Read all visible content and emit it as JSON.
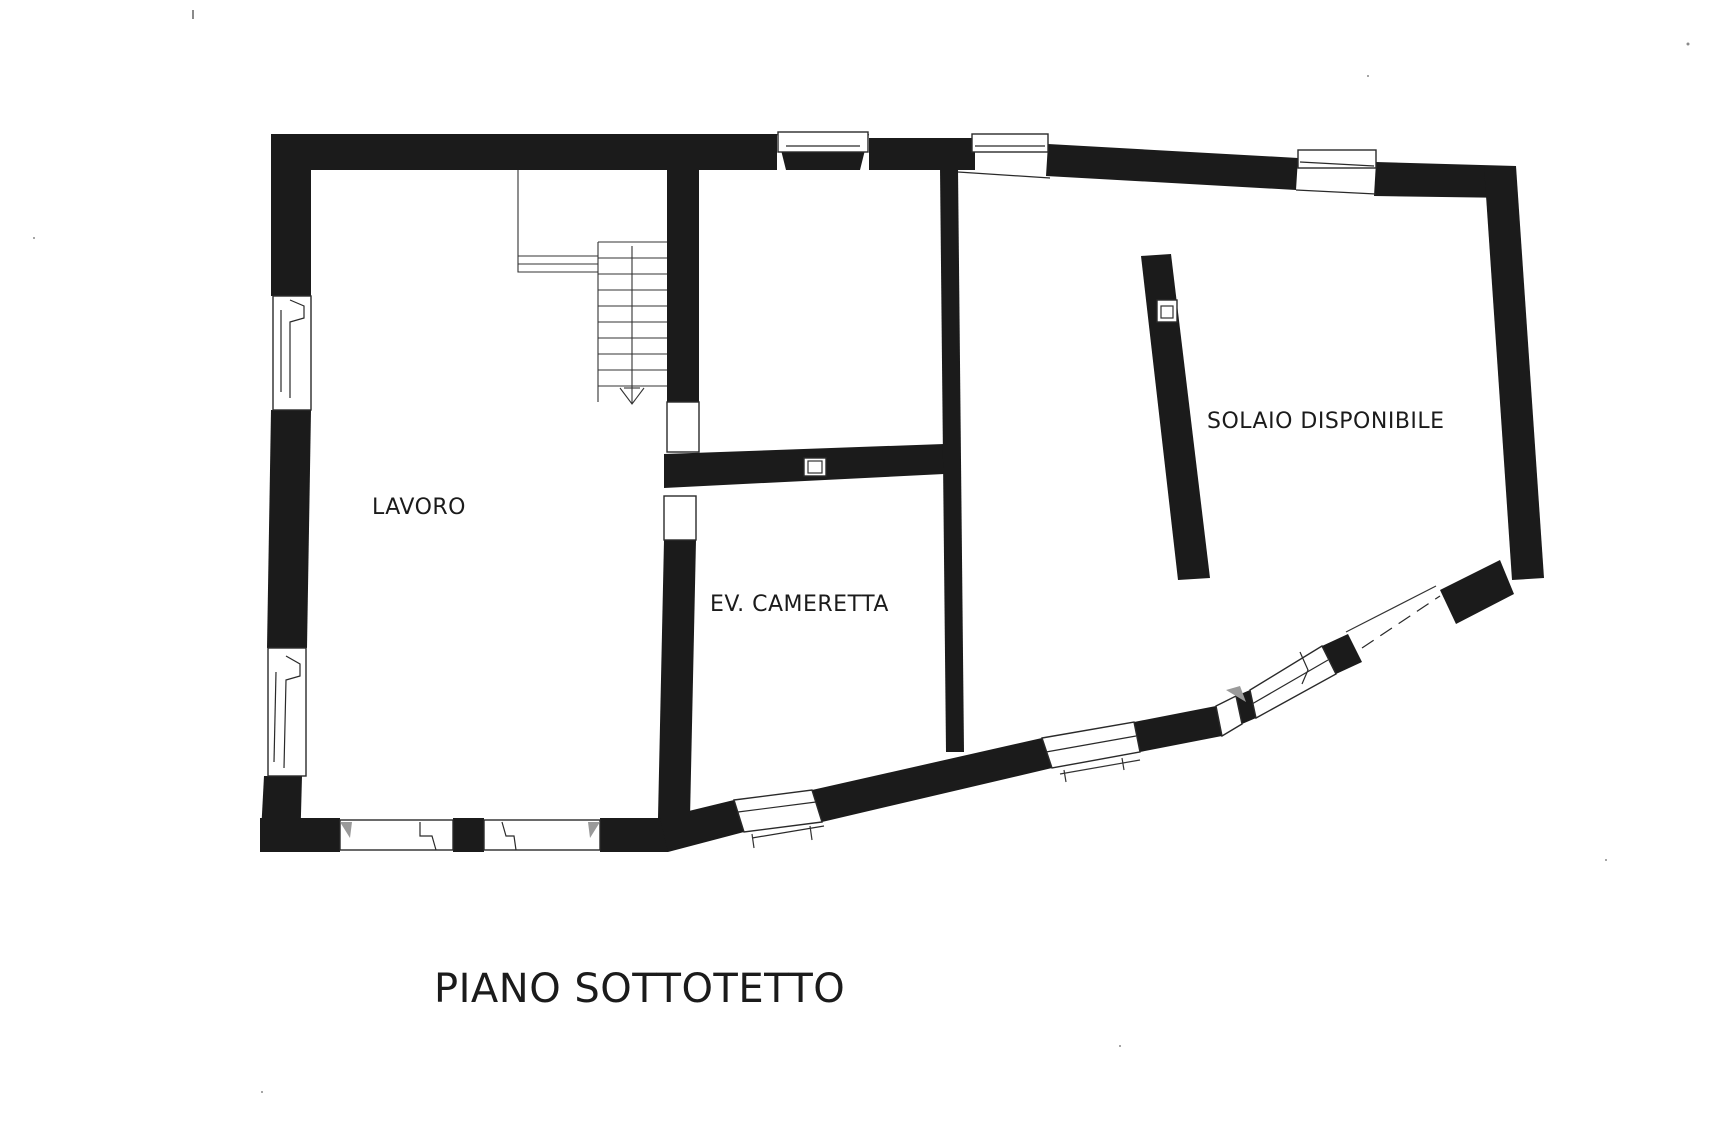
{
  "plan": {
    "title": "PIANO SOTTOTETTO",
    "rooms": {
      "lavoro": "LAVORO",
      "cameretta": "EV. CAMERETTA",
      "solaio": "SOLAIO DISPONIBILE"
    }
  },
  "colors": {
    "wall": "#1b1b1b",
    "paper": "#ffffff",
    "window_splay": "#9a9a9a"
  }
}
